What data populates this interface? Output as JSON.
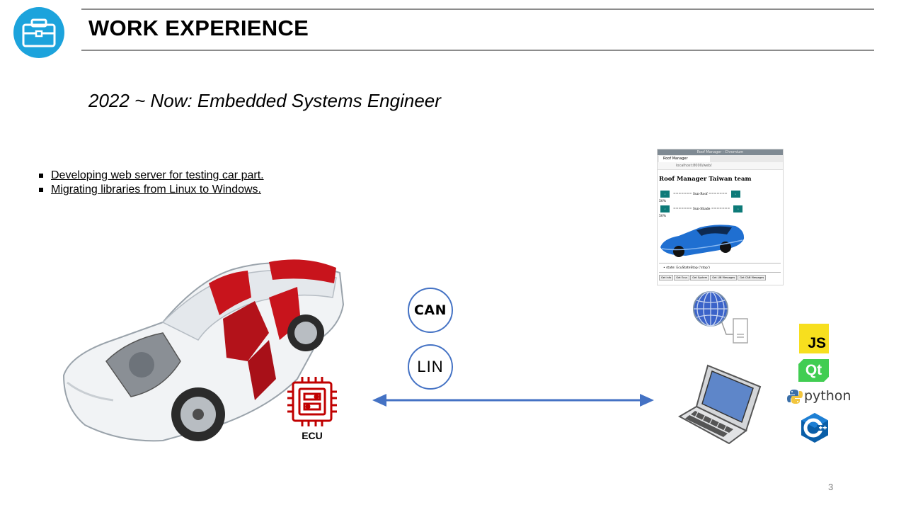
{
  "header": {
    "title": "WORK EXPERIENCE",
    "icon": "briefcase-icon",
    "accent_color": "#1ca3dc"
  },
  "job": {
    "subtitle": "2022 ~ Now: Embedded Systems Engineer",
    "bullets": [
      "Developing web server for testing car part.",
      "Migrating libraries from Linux to Windows."
    ]
  },
  "diagram": {
    "protocols": [
      "CAN",
      "LIN"
    ],
    "ecu_label": "ECU",
    "arrow_color": "#4472c4",
    "ecu_color": "#c00000"
  },
  "browser": {
    "window_title": "Roof Manager - Chromium",
    "tab_label": "Roof Manager",
    "address": "localhost:8000/web/",
    "heading": "Roof Manager Taiwan team",
    "rows": [
      {
        "label": "======= Sun-Roof =======",
        "percent": "50%"
      },
      {
        "label": "======= Sun-Shade =======",
        "percent": "50%"
      }
    ],
    "btn_glyph": "«",
    "btn_glyph_right": "»",
    "code_line": "• state: EcuStateStop ('stop')",
    "buttons": [
      "Get info",
      "Get Ecus",
      "Get System",
      "Get LIN Messages",
      "Get CAN Messages"
    ]
  },
  "logos": {
    "js": "JS",
    "qt": "Qt",
    "python": "python",
    "cpp_icon": "cplusplus-icon"
  },
  "page_number": "3"
}
